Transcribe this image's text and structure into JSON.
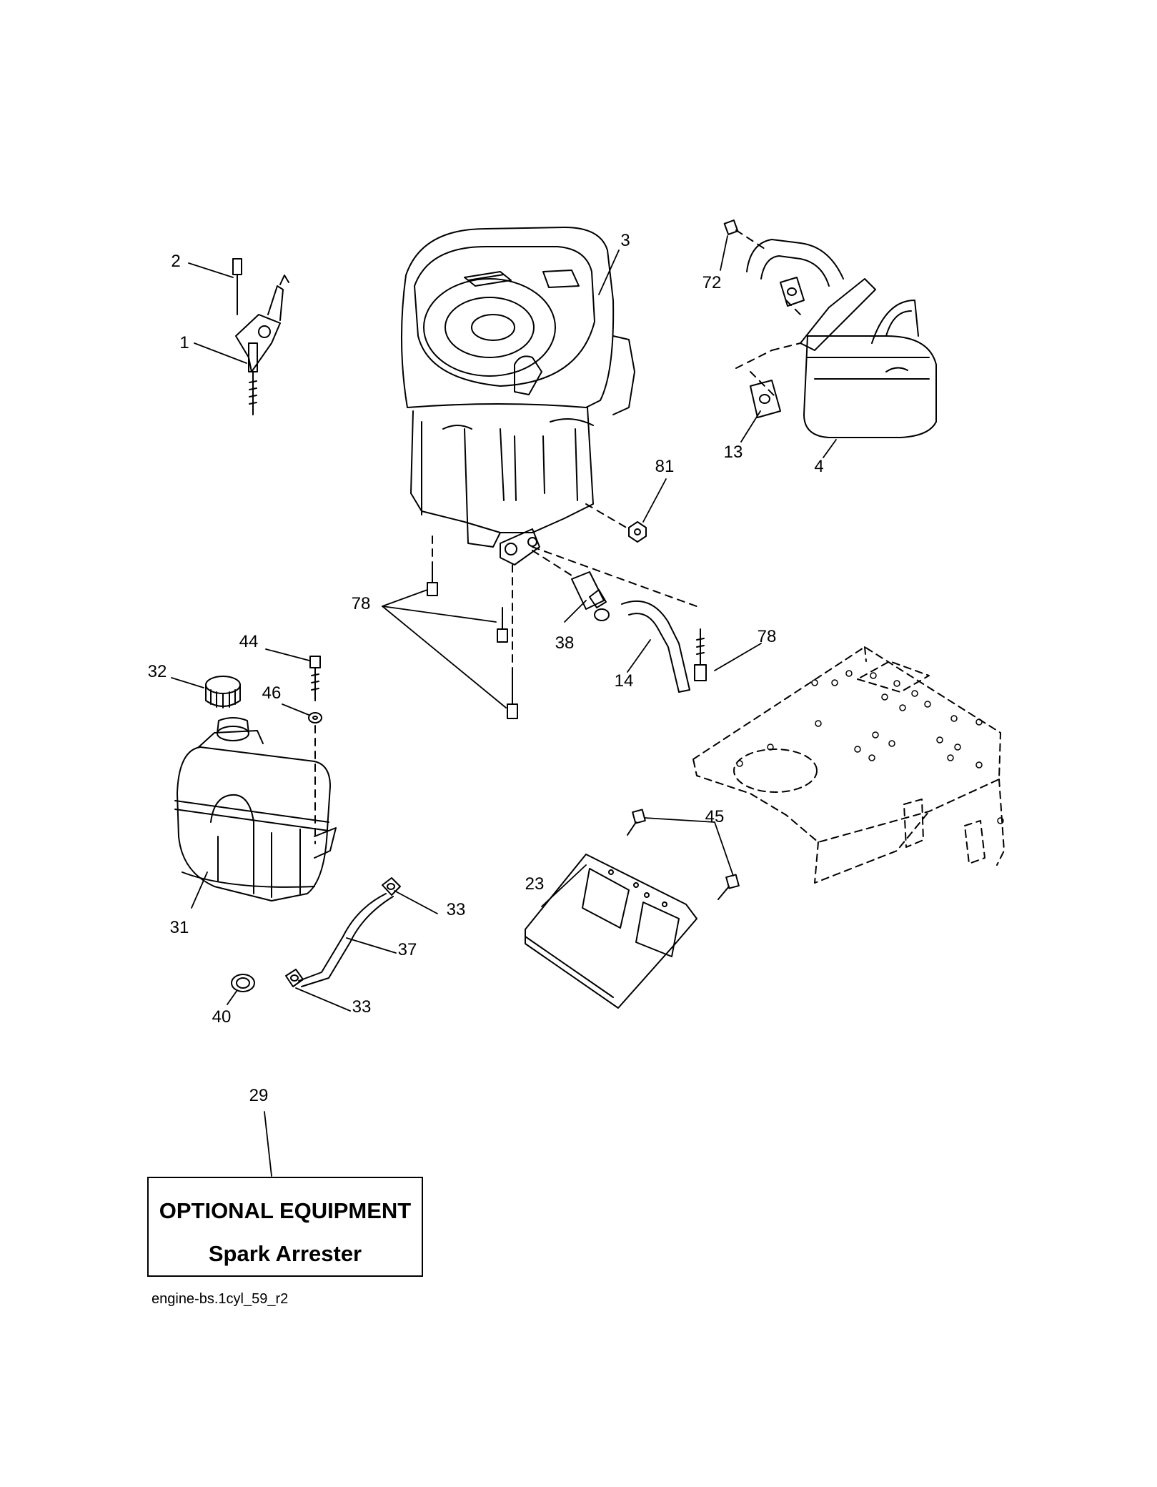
{
  "callouts": [
    {
      "id": "lbl-2",
      "text": "2"
    },
    {
      "id": "lbl-1",
      "text": "1"
    },
    {
      "id": "lbl-3",
      "text": "3"
    },
    {
      "id": "lbl-72",
      "text": "72"
    },
    {
      "id": "lbl-13",
      "text": "13"
    },
    {
      "id": "lbl-4",
      "text": "4"
    },
    {
      "id": "lbl-81",
      "text": "81"
    },
    {
      "id": "lbl-78a",
      "text": "78"
    },
    {
      "id": "lbl-38",
      "text": "38"
    },
    {
      "id": "lbl-14",
      "text": "14"
    },
    {
      "id": "lbl-78b",
      "text": "78"
    },
    {
      "id": "lbl-44",
      "text": "44"
    },
    {
      "id": "lbl-32",
      "text": "32"
    },
    {
      "id": "lbl-46",
      "text": "46"
    },
    {
      "id": "lbl-31",
      "text": "31"
    },
    {
      "id": "lbl-45",
      "text": "45"
    },
    {
      "id": "lbl-23",
      "text": "23"
    },
    {
      "id": "lbl-33a",
      "text": "33"
    },
    {
      "id": "lbl-37",
      "text": "37"
    },
    {
      "id": "lbl-33b",
      "text": "33"
    },
    {
      "id": "lbl-40",
      "text": "40"
    },
    {
      "id": "lbl-29",
      "text": "29"
    }
  ],
  "optional_box": {
    "title": "OPTIONAL EQUIPMENT",
    "subtitle": "Spark Arrester"
  },
  "drawing_id": "engine-bs.1cyl_59_r2"
}
